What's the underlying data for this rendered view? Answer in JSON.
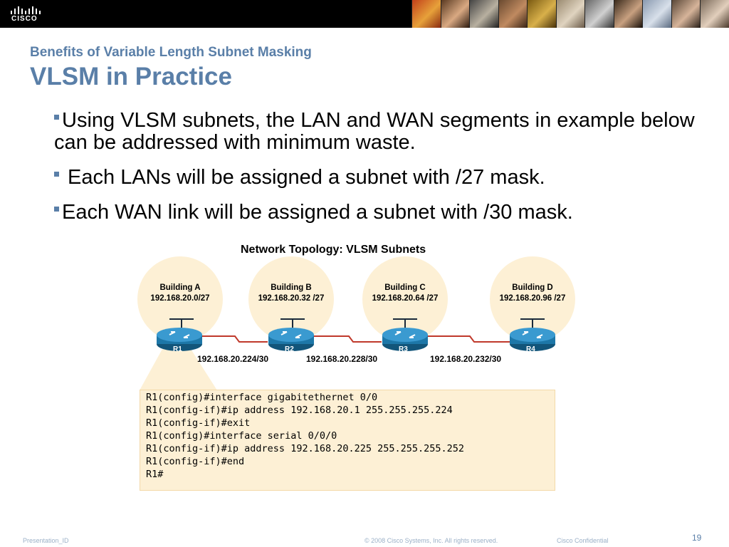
{
  "header": {
    "logo_text": "CISCO",
    "colors": {
      "bar": "#000000",
      "title": "#5a7fa8"
    }
  },
  "slide": {
    "subtitle": "Benefits of Variable Length Subnet Masking",
    "title": "VLSM in Practice",
    "bullets": [
      "Using VLSM subnets, the LAN and WAN segments in example below can be addressed with minimum waste.",
      " Each LANs will be assigned a subnet with /27 mask.",
      "Each WAN link will be assigned a subnet with /30 mask."
    ]
  },
  "figure": {
    "title": "Network Topology: VLSM Subnets",
    "buildings": [
      {
        "name": "Building A",
        "subnet": "192.168.20.0/27"
      },
      {
        "name": "Building B",
        "subnet": "192.168.20.32 /27"
      },
      {
        "name": "Building C",
        "subnet": "192.168.20.64 /27"
      },
      {
        "name": "Building D",
        "subnet": "192.168.20.96 /27"
      }
    ],
    "routers": [
      "R1",
      "R2",
      "R3",
      "R4"
    ],
    "wan_links": [
      "192.168.20.224/30",
      "192.168.20.228/30",
      "192.168.20.232/30"
    ],
    "cli": [
      "R1(config)#interface gigabitethernet 0/0",
      "R1(config-if)#ip address 192.168.20.1 255.255.255.224",
      "R1(config-if)#exit",
      "R1(config)#interface serial 0/0/0",
      "R1(config-if)#ip address 192.168.20.225 255.255.255.252",
      "R1(config-if)#end",
      "R1#"
    ]
  },
  "footer": {
    "presentation_id": "Presentation_ID",
    "copyright": "© 2008 Cisco Systems, Inc. All rights reserved.",
    "confidential": "Cisco Confidential",
    "page": "19"
  }
}
